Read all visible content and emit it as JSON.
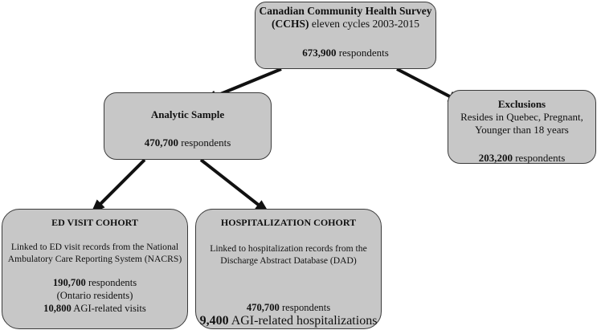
{
  "cchs": {
    "title_bold": "Canadian Community Health Survey (CCHS)",
    "title_rest": " eleven cycles 2003-2015",
    "count_num": "673,900",
    "count_label": " respondents"
  },
  "analytic": {
    "title": "Analytic Sample",
    "count_num": "470,700",
    "count_label": " respondents"
  },
  "exclusions": {
    "title": "Exclusions",
    "criteria": "Resides in Quebec, Pregnant, Younger than 18 years",
    "count_num": "203,200",
    "count_label": " respondents"
  },
  "ed_cohort": {
    "title": "ED VISIT COHORT",
    "description": "Linked to ED visit records from the National Ambulatory Care Reporting System (NACRS)",
    "count_num": "190,700",
    "count_label": " respondents",
    "residents": "(Ontario residents)",
    "visits_num": "10,800",
    "visits_label": " AGI-related visits"
  },
  "hosp_cohort": {
    "title": "HOSPITALIZATION COHORT",
    "description": "Linked to hospitalization records from the Discharge Abstract Database (DAD)",
    "count_num": "470,700",
    "count_label": " respondents",
    "hosp_num": "9,400",
    "hosp_label": " AGI-related hospitalizations"
  },
  "colors": {
    "box_fill": "#c7c7c7",
    "box_border": "#3a3a3a",
    "arrow": "#111111"
  }
}
